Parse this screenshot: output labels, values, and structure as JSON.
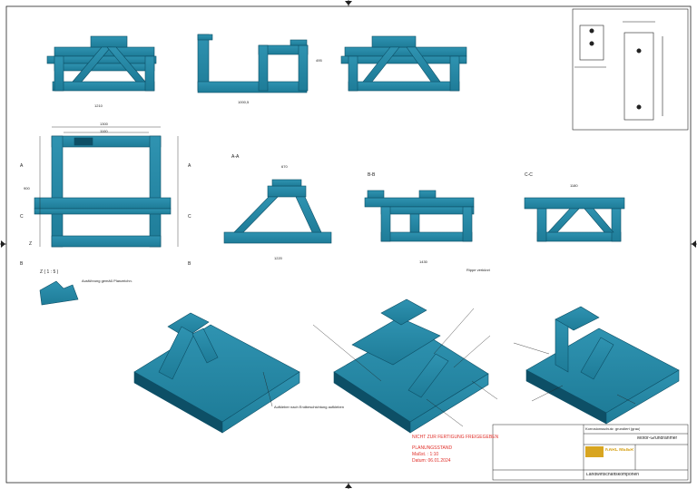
{
  "colors": {
    "steel": "#1e7c98",
    "steel_dark": "#0d4f66",
    "steel_light": "#2f93b1",
    "line": "#222222",
    "red": "#e0302a",
    "logo": "#d8a520"
  },
  "drawing": {
    "views": [
      "A-A",
      "B-B",
      "C-C",
      "Z ( 1 : 5 )"
    ],
    "section_markers": [
      "A",
      "A",
      "B",
      "B",
      "C",
      "C",
      "Z"
    ],
    "notes": {
      "z_detail": "Ausführung gemäß Planzeichn.",
      "iso_left": "Aufkleber nach Endbeschichtung aufkleben",
      "section_bb": "Rippe verkürzt"
    },
    "dims": {
      "front_width": "1210",
      "side_width": "1000,5",
      "side_height": "495",
      "plan_top": "1300",
      "plan_top2": "1100",
      "plan_left": "900",
      "aa_top": "670",
      "aa_base": "1220",
      "bb_base": "1430",
      "cc_top": "1180"
    }
  },
  "stamp": {
    "line1": "NICHT ZUR FERTIGUNG FREIGEGEBEN",
    "line2": "PLANUNGSSTAND",
    "line3": "Maßst. : 1:10",
    "line4": "Datum: 06.01.2024"
  },
  "title_block": {
    "company": "KARL MEIER",
    "drawing_name": "Motor-Grundrahmer",
    "surface": "Korrosionsschutz: grundiert (grau)",
    "customer": "Landwirtschaftskomponen"
  }
}
